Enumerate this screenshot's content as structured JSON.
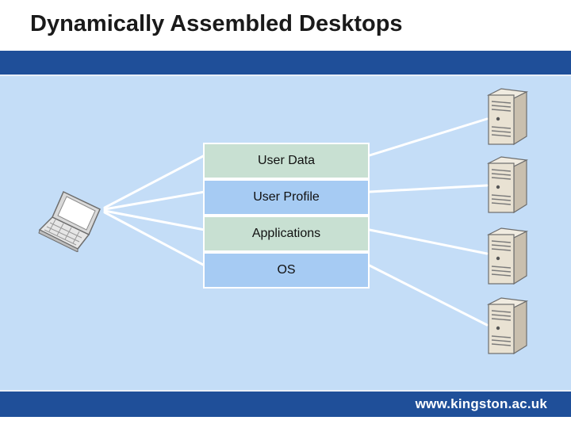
{
  "title": "Dynamically Assembled Desktops",
  "layers": [
    {
      "label": "User Data",
      "color": "#c8e0d2"
    },
    {
      "label": "User Profile",
      "color": "#a6cbf3"
    },
    {
      "label": "Applications",
      "color": "#c8e0d2"
    },
    {
      "label": "OS",
      "color": "#a6cbf3"
    }
  ],
  "footer": {
    "url": "www.kingston.ac.uk"
  },
  "colors": {
    "brand_band": "#1f4f99",
    "background": "#c4ddf7"
  },
  "icons": {
    "client": "laptop-icon",
    "servers": [
      "server-tower-icon",
      "server-tower-icon",
      "server-tower-icon",
      "server-tower-icon"
    ]
  }
}
